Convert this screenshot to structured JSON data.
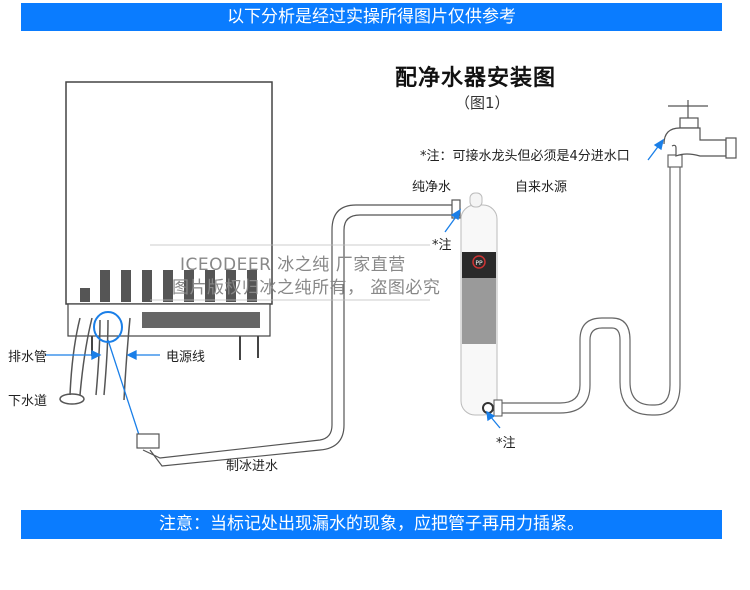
{
  "top_banner": {
    "text": "以下分析是经过实操所得图片仅供参考",
    "color": "#0a7cff"
  },
  "diagram": {
    "title": "配净水器安装图",
    "subtitle": "（图1）",
    "labels": {
      "faucet_note": "*注：可接水龙头但必须是4分进水口",
      "pure_water": "纯净水",
      "tap_water_source": "自来水源",
      "note_top": "*注",
      "note_bottom": "*注",
      "drain_pipe": "排水管",
      "sewer": "下水道",
      "power_cord": "电源线",
      "ice_inlet": "制冰进水"
    },
    "watermark": {
      "line1": "ICEODEER   冰之纯   厂家直营",
      "line2": "图片版权归冰之纯所有，  盗图必究"
    },
    "filter_label": "PP",
    "arrow_color": "#1a7fe8"
  },
  "bottom_banner": {
    "text": "注意：当标记处出现漏水的现象，应把管子再用力插紧。",
    "color": "#0a7cff"
  }
}
